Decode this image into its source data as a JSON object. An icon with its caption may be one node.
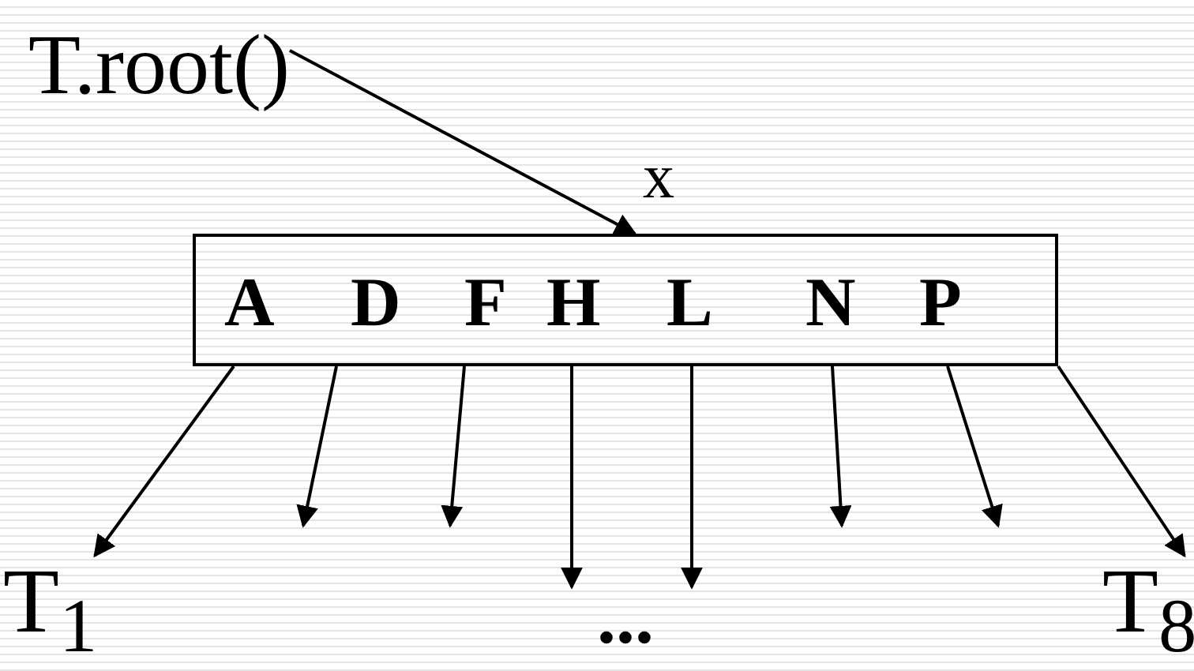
{
  "diagram": {
    "nodes": [
      {
        "text": [
          "T.root()"
        ]
      },
      {
        "text": [
          "A",
          "D",
          "F",
          "H",
          "L",
          "N",
          "P"
        ],
        "beside": [
          "x"
        ]
      },
      {
        "text": [
          "T$_{1}$"
        ]
      },
      {
        "text": [
          "T$_{8}$"
        ]
      }
    ],
    "edges": [
      {
        "from": 0,
        "to": 1,
        "arrow": "to"
      },
      {
        "from": 1,
        "to": 2,
        "arrow": "to"
      },
      {
        "from": 1,
        "to": null,
        "arrow": "to"
      },
      {
        "from": 1,
        "to": null,
        "arrow": "to"
      },
      {
        "from": 1,
        "to": null,
        "arrow": "to"
      },
      {
        "from": 1,
        "to": null,
        "arrow": "to"
      },
      {
        "from": 1,
        "to": null,
        "arrow": "to"
      },
      {
        "from": 1,
        "to": null,
        "arrow": "to"
      },
      {
        "from": 1,
        "to": 3,
        "arrow": "to"
      }
    ],
    "labels": [
      "..."
    ]
  }
}
